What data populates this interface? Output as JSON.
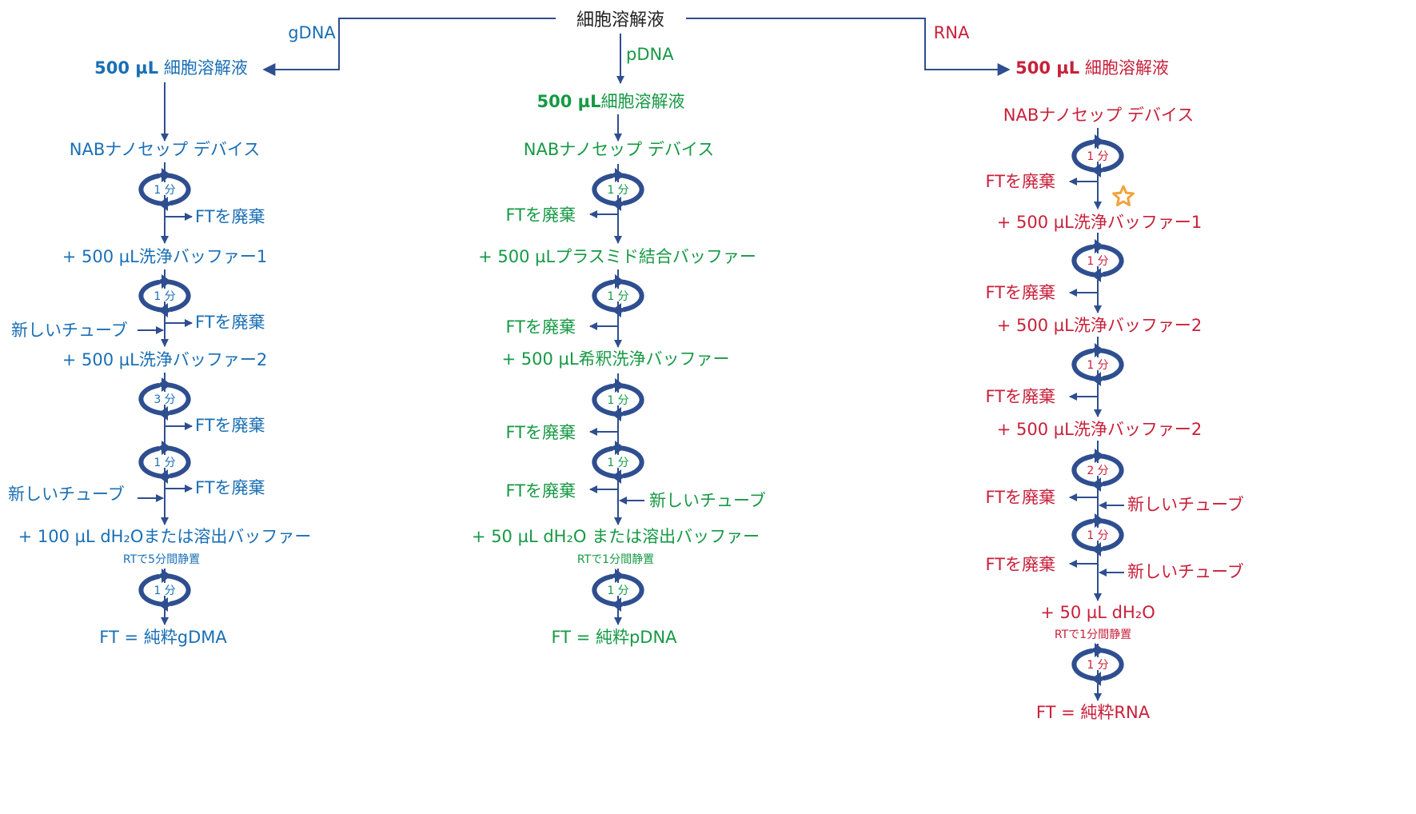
{
  "colors": {
    "line": "#2e4e8f",
    "gdna": "#1a6fb5",
    "pdna": "#169944",
    "rna": "#c8203a",
    "top": "#222222",
    "star": "#f2a33a"
  },
  "icons": {
    "spin": "circular-arrow-spin-icon",
    "star": "star-outline-icon"
  },
  "root": {
    "label": "細胞溶解液"
  },
  "branches": {
    "gdna": "gDNA",
    "pdna": "pDNA",
    "rna": "RNA"
  },
  "gdna": {
    "start_bold": "500 µL",
    "start_rest": " 細胞溶解液",
    "device": "NABナノセップ デバイス",
    "spin1": "1 分",
    "discard1": "FTを廃棄",
    "wash1": "+ 500 µL洗浄バッファー1",
    "spin2": "1 分",
    "newtube1": "新しいチューブ",
    "discard2": "FTを廃棄",
    "wash2": "+ 500 µL洗浄バッファー2",
    "spin3": "3 分",
    "discard3": "FTを廃棄",
    "spin4": "1 分",
    "newtube2": "新しいチューブ",
    "discard4": "FTを廃棄",
    "elute": "+ 100 µL dH₂Oまたは溶出バッファー",
    "incubate": "RTで5分間静置",
    "spin5": "1 分",
    "result": "FT = 純粋gDMA"
  },
  "pdna": {
    "start_bold": "500 µL",
    "start_rest": "細胞溶解液",
    "device": "NABナノセップ デバイス",
    "spin1": "1 分",
    "discard1": "FTを廃棄",
    "bind": "+ 500 µLプラスミド結合バッファー",
    "spin2": "1 分",
    "discard2": "FTを廃棄",
    "wash": "+ 500 µL希釈洗浄バッファー",
    "spin3": "1 分",
    "discard3": "FTを廃棄",
    "spin4": "1 分",
    "discard4": "FTを廃棄",
    "newtube": "新しいチューブ",
    "elute": "+ 50 µL dH₂O または溶出バッファー",
    "incubate": "RTで1分間静置",
    "spin5": "1 分",
    "result": "FT = 純粋pDNA"
  },
  "rna": {
    "start_bold": "500 µL",
    "start_rest": " 細胞溶解液",
    "device": "NABナノセップ デバイス",
    "spin1": "1 分",
    "discard1": "FTを廃棄",
    "wash1": "+ 500 µL洗浄バッファー1",
    "spin2": "1 分",
    "discard2": "FTを廃棄",
    "wash2a": "+ 500 µL洗浄バッファー2",
    "spin3": "1 分",
    "discard3": "FTを廃棄",
    "wash2b": "+ 500 µL洗浄バッファー2",
    "spin4": "2 分",
    "discard4": "FTを廃棄",
    "newtube1": "新しいチューブ",
    "spin5": "1 分",
    "discard5": "FTを廃棄",
    "newtube2": "新しいチューブ",
    "elute": "+ 50 µL dH₂O",
    "incubate": "RTで1分間静置",
    "spin6": "1 分",
    "result": "FT = 純粋RNA"
  }
}
